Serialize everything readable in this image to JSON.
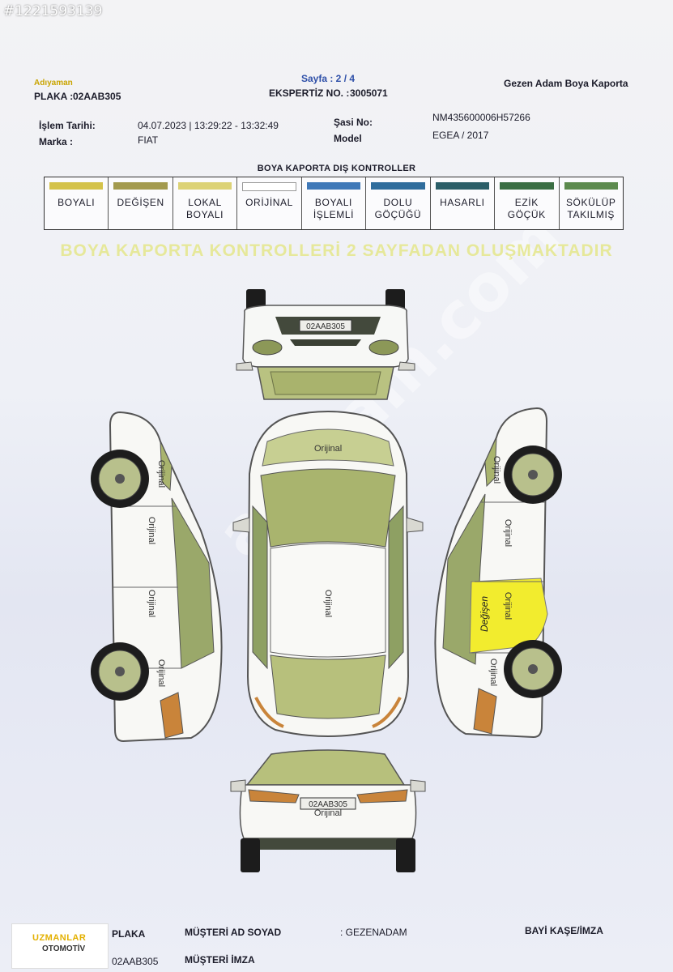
{
  "watermark": {
    "listing_id": "#1221593139"
  },
  "header": {
    "city": "Adıyaman",
    "plate_label": "PLAKA :",
    "plate_value": "02AAB305",
    "page_label": "Sayfa : 2 / 4",
    "report_label": "EKSPERTİZ NO. :",
    "report_value": "3005071",
    "company": "Gezen Adam Boya Kaporta",
    "date_label": "İşlem Tarihi:",
    "date_value": "04.07.2023 | 13:29:22 - 13:32:49",
    "chassis_label": "Şasi No:",
    "chassis_value": "NM435600006H57266",
    "brand_label": "Marka :",
    "brand_value": "FIAT",
    "model_label": "Model",
    "model_value": "EGEA / 2017"
  },
  "legend": {
    "title": "BOYA KAPORTA DIŞ KONTROLLER",
    "items": [
      {
        "label": "BOYALI",
        "color": "#d4c24a"
      },
      {
        "label": "DEĞİŞEN",
        "color": "#a39a4e"
      },
      {
        "label": "LOKAL BOYALI",
        "color": "#dcd276"
      },
      {
        "label": "ORİJİNAL",
        "color": "#ffffff"
      },
      {
        "label": "BOYALI İŞLEMLİ",
        "color": "#3f78b8"
      },
      {
        "label": "DOLU GÖÇÜĞÜ",
        "color": "#2f6c9c"
      },
      {
        "label": "HASARLI",
        "color": "#2b5e68"
      },
      {
        "label": "EZİK GÖÇÜK",
        "color": "#3a6e44"
      },
      {
        "label": "SÖKÜLÜP TAKILMIŞ",
        "color": "#5c8a4e"
      }
    ]
  },
  "banner": "BOYA KAPORTA KONTROLLERİ 2 SAYFADAN OLUŞMAKTADIR",
  "diagram": {
    "front_plate": "02AAB305",
    "rear_plate": "02AAB305",
    "labels": {
      "front_hood": "Orijinal",
      "roof": "Orijinal",
      "rear_trunk": "Orijinal",
      "left_front_fender": "Orijinal",
      "left_front_door": "Orijinal",
      "left_rear_door": "Orijinal",
      "left_rear_fender": "Orijinal",
      "right_front_fender": "Orijinal",
      "right_front_door": "Orijinal",
      "right_rear_door": "Orijinal",
      "right_rear_door_note": "Değişen",
      "right_rear_fender": "Orijinal"
    },
    "highlight_color": "#f2ec2e"
  },
  "footer": {
    "plate_label": "PLAKA",
    "plate_value": "02AAB305",
    "customer_label": "MÜŞTERİ AD SOYAD",
    "customer_value": ": GEZENADAM",
    "signature_label": "MÜŞTERİ İMZA",
    "dealer_label": "BAYİ KAŞE/İMZA",
    "logo_top": "UZMANLAR",
    "logo_bottom": "OTOMOTİV"
  },
  "site_watermark": "arabam.com"
}
